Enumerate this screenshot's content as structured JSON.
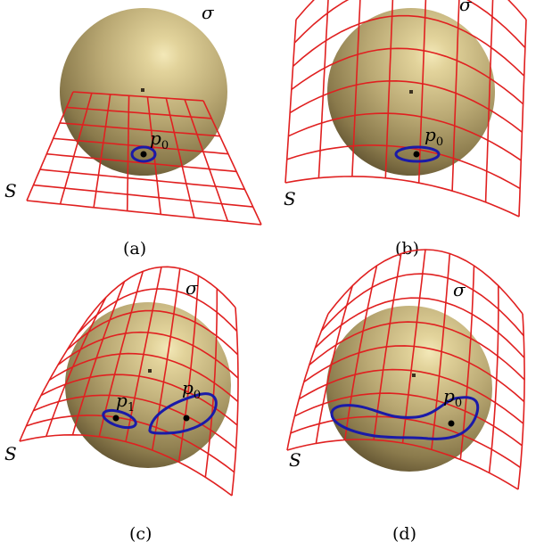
{
  "figure": {
    "panels": [
      {
        "id": "a",
        "caption": "(a)",
        "sphere_label": "σ",
        "surface_label": "S",
        "points": [
          {
            "symbol": "p",
            "subscript": "0"
          }
        ]
      },
      {
        "id": "b",
        "caption": "(b)",
        "sphere_label": "σ",
        "surface_label": "S",
        "points": [
          {
            "symbol": "p",
            "subscript": "0"
          }
        ]
      },
      {
        "id": "c",
        "caption": "(c)",
        "sphere_label": "σ",
        "surface_label": "S",
        "points": [
          {
            "symbol": "p",
            "subscript": "1"
          },
          {
            "symbol": "p",
            "subscript": "0"
          }
        ]
      },
      {
        "id": "d",
        "caption": "(d)",
        "sphere_label": "σ",
        "surface_label": "S",
        "points": [
          {
            "symbol": "p",
            "subscript": "0"
          }
        ]
      }
    ],
    "colors": {
      "grid": "#e02020",
      "curve": "#1a1aa8",
      "sphere_light": "#efe2ae",
      "sphere_mid": "#b7a771",
      "sphere_dark": "#4d3f22",
      "point": "#000000"
    }
  }
}
